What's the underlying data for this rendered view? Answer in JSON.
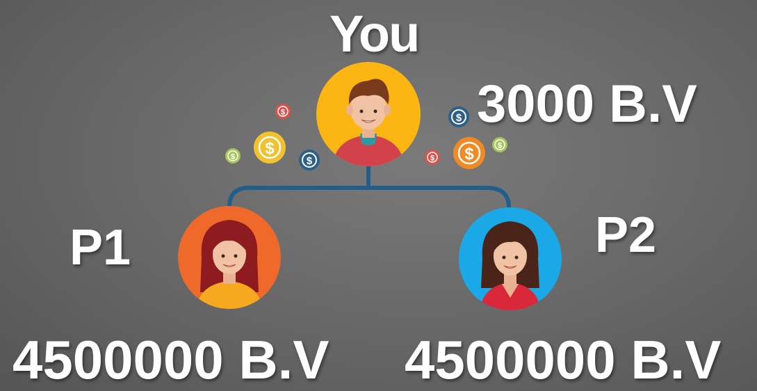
{
  "root": {
    "label": "You",
    "bv": "3000 B.V"
  },
  "children": [
    {
      "label": "P1",
      "bv": "4500000 B.V"
    },
    {
      "label": "P2",
      "bv": "4500000 B.V"
    }
  ],
  "colors": {
    "connector": "#1f5f8a",
    "root_avatar_bg": "#fbb614",
    "p1_avatar_bg": "#ef6a2a",
    "p2_avatar_bg": "#1aa9e6",
    "coin_gold": "#f2c12e",
    "coin_orange": "#f08a24",
    "coin_blue": "#2e5f87",
    "coin_red": "#e0504a",
    "coin_green": "#a7c65a"
  },
  "icons": [
    "man-avatar-icon",
    "woman-avatar-icon",
    "dollar-coin-icon"
  ]
}
